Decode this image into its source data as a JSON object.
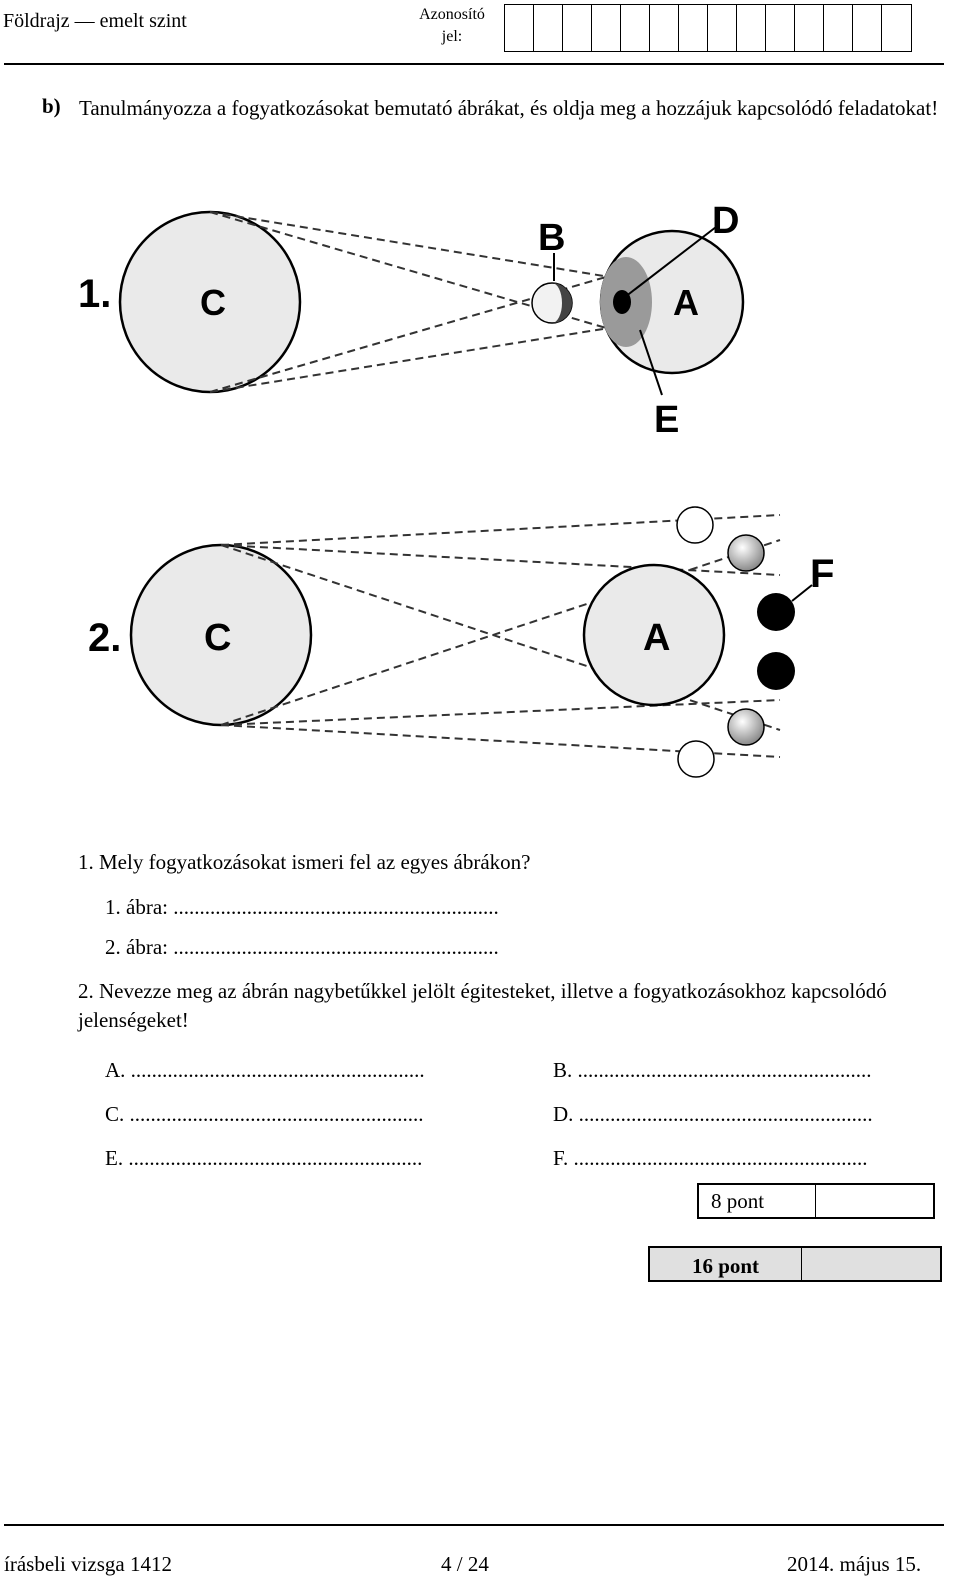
{
  "header": {
    "title": "Földrajz — emelt szint",
    "id_label": "Azonosító jel:",
    "id_box_count": 14
  },
  "task": {
    "label": "b)",
    "instruction": "Tanulmányozza a fogyatkozásokat bemutató ábrákat, és oldja meg a hozzájuk kapcsolódó feladatokat!"
  },
  "figure1": {
    "number": "1.",
    "labels": {
      "C": "C",
      "A": "A",
      "B": "B",
      "D": "D",
      "E": "E"
    }
  },
  "figure2": {
    "number": "2.",
    "labels": {
      "C": "C",
      "A": "A",
      "F": "F"
    }
  },
  "questions": {
    "q1": {
      "text": "1. Mely fogyatkozásokat ismeri fel az egyes ábrákon?",
      "line1": "1. ábra: ..............................................................",
      "line2": "2. ábra: .............................................................."
    },
    "q2": {
      "text": "2. Nevezze meg az ábrán nagybetűkkel jelölt égitesteket, illetve a fogyatkozásokhoz kapcsolódó jelenségeket!"
    },
    "answers": {
      "A": "A. ........................................................",
      "B": "B. ........................................................",
      "C": "C. ........................................................",
      "D": "D. ........................................................",
      "E": "E. ........................................................",
      "F": "F. ........................................................"
    }
  },
  "score": {
    "label": "8 pont"
  },
  "total": {
    "label": "16 pont"
  },
  "footer": {
    "left": "írásbeli vizsga 1412",
    "center": "4 / 24",
    "right": "2014. május 15."
  }
}
